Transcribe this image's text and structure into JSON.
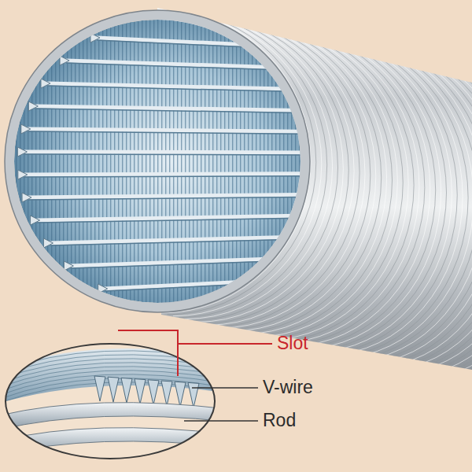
{
  "diagram": {
    "labels": [
      "Slot",
      "V-wire",
      "Rod"
    ]
  }
}
